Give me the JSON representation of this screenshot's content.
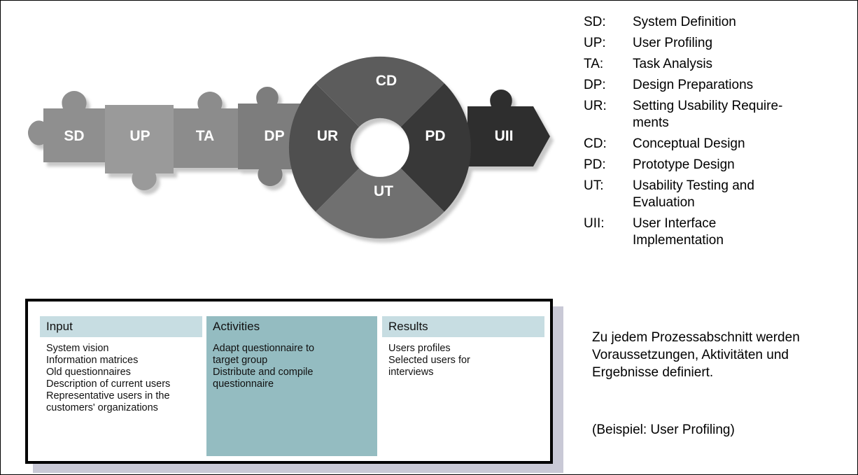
{
  "diagram": {
    "pieces": [
      {
        "label": "SD",
        "color": "#8f8f8f"
      },
      {
        "label": "UP",
        "color": "#9a9a9a"
      },
      {
        "label": "TA",
        "color": "#8c8c8c"
      },
      {
        "label": "DP",
        "color": "#7d7d7d"
      }
    ],
    "ring_segments": [
      {
        "label": "UR",
        "color": "#505050"
      },
      {
        "label": "CD",
        "color": "#5b5b5b"
      },
      {
        "label": "PD",
        "color": "#383838"
      },
      {
        "label": "UT",
        "color": "#6f6f6f"
      }
    ],
    "arrow": {
      "label": "UII",
      "color": "#2e2e2e"
    }
  },
  "legend": [
    {
      "abbr": "SD:",
      "desc": "System Definition"
    },
    {
      "abbr": "UP:",
      "desc": "User Profiling"
    },
    {
      "abbr": "TA:",
      "desc": "Task Analysis"
    },
    {
      "abbr": "DP:",
      "desc": "Design Preparations"
    },
    {
      "abbr": "UR:",
      "desc": "Setting Usability Require-\nments"
    },
    {
      "abbr": "CD:",
      "desc": "Conceptual Design"
    },
    {
      "abbr": "PD:",
      "desc": "Prototype Design"
    },
    {
      "abbr": "UT:",
      "desc": "Usability Testing and\nEvaluation"
    },
    {
      "abbr": "UII:",
      "desc": "User Interface\nImplementation"
    }
  ],
  "example": {
    "input_title": "Input",
    "input_items": "System vision\nInformation matrices\nOld questionnaires\nDescription of current users\nRepresentative users in the\ncustomers' organizations",
    "activities_title": "Activities",
    "activities_items": "Adapt questionnaire to\ntarget group\nDistribute and compile\nquestionnaire",
    "results_title": "Results",
    "results_items": "Users profiles\nSelected users for\ninterviews"
  },
  "note": {
    "text": "Zu jedem Prozessabschnitt werden Voraussetzungen, Aktivitäten und Ergebnisse definiert.",
    "example": "(Beispiel: User Profiling)"
  }
}
